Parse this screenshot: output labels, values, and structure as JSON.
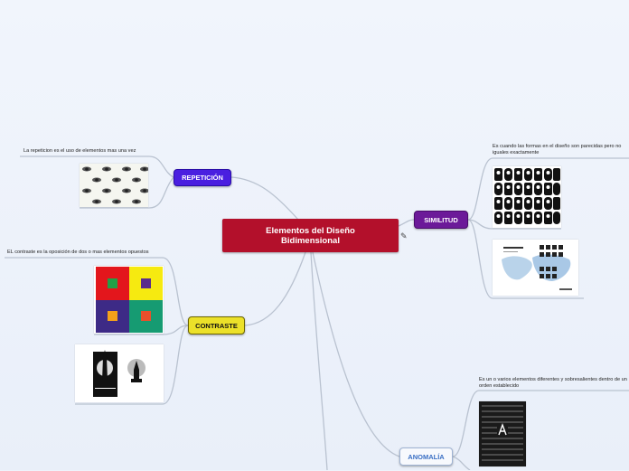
{
  "central": {
    "title": "Elementos del Diseño Bidimensional"
  },
  "topics": {
    "repeticion": {
      "label": "REPETICIÓN",
      "color": "#4a1fe0",
      "note": "La repeticion es el uso de elementos mas una vez",
      "image": "eyes-pattern"
    },
    "similitud": {
      "label": "SIMILITUD",
      "color": "#6c1a99",
      "note": "Es cuando las formas en el diseño son parecidas pero no iguales exactamente",
      "images": [
        "figure-grid",
        "world-map-infographic"
      ]
    },
    "contraste": {
      "label": "CONTRASTE",
      "color": "#ece129",
      "note": "EL contraste es la oposición de dos o mas elementos opuestos",
      "images": [
        "color-squares",
        "moon-towers"
      ]
    },
    "anomalia": {
      "label": "ANOMALÍA",
      "color": "#3a6fc4",
      "note": "Es un o varios elementos diferentes y sobresalientes dentro de un orden establecido",
      "image": "letter-pattern"
    }
  },
  "icons": {
    "note_icon": "edit-note-icon"
  }
}
